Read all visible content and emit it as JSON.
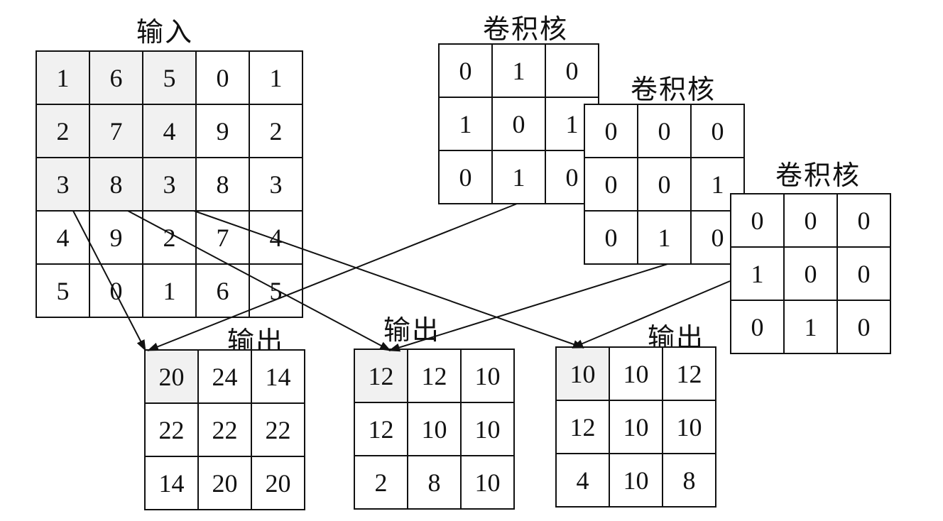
{
  "input": {
    "label": "输入",
    "matrix": [
      [
        1,
        6,
        5,
        0,
        1
      ],
      [
        2,
        7,
        4,
        9,
        2
      ],
      [
        3,
        8,
        3,
        8,
        3
      ],
      [
        4,
        9,
        2,
        7,
        4
      ],
      [
        5,
        0,
        1,
        6,
        5
      ]
    ]
  },
  "kernels": [
    {
      "label": "卷积核",
      "matrix": [
        [
          0,
          1,
          0
        ],
        [
          1,
          0,
          1
        ],
        [
          0,
          1,
          0
        ]
      ]
    },
    {
      "label": "卷积核",
      "matrix": [
        [
          0,
          0,
          0
        ],
        [
          0,
          0,
          1
        ],
        [
          0,
          1,
          0
        ]
      ]
    },
    {
      "label": "卷积核",
      "matrix": [
        [
          0,
          0,
          0
        ],
        [
          1,
          0,
          0
        ],
        [
          0,
          1,
          0
        ]
      ]
    }
  ],
  "outputs": [
    {
      "label": "输出",
      "matrix": [
        [
          20,
          24,
          14
        ],
        [
          22,
          22,
          22
        ],
        [
          14,
          20,
          20
        ]
      ]
    },
    {
      "label": "输出",
      "matrix": [
        [
          12,
          12,
          10
        ],
        [
          12,
          10,
          10
        ],
        [
          2,
          8,
          10
        ]
      ]
    },
    {
      "label": "输出",
      "matrix": [
        [
          10,
          10,
          12
        ],
        [
          12,
          10,
          10
        ],
        [
          4,
          10,
          8
        ]
      ]
    }
  ]
}
